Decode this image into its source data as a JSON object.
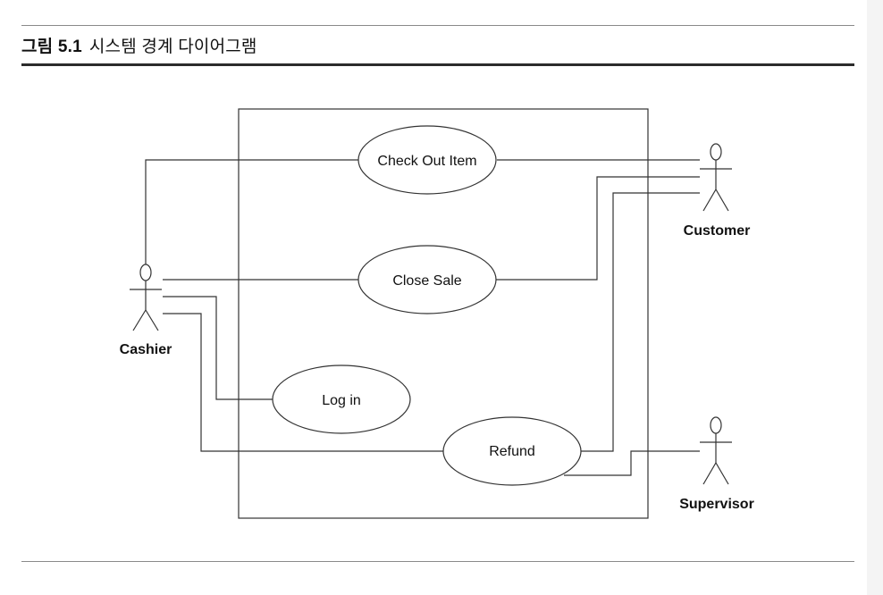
{
  "figure": {
    "number": "그림 5.1",
    "caption": "시스템 경계 다이어그램"
  },
  "use_cases": {
    "check_out_item": "Check Out Item",
    "close_sale": "Close Sale",
    "log_in": "Log in",
    "refund": "Refund"
  },
  "actors": {
    "cashier": "Cashier",
    "customer": "Customer",
    "supervisor": "Supervisor"
  },
  "colors": {
    "line": "#333333",
    "title_rule": "#2b2b2b",
    "thin_rule": "#8a8a8a"
  }
}
